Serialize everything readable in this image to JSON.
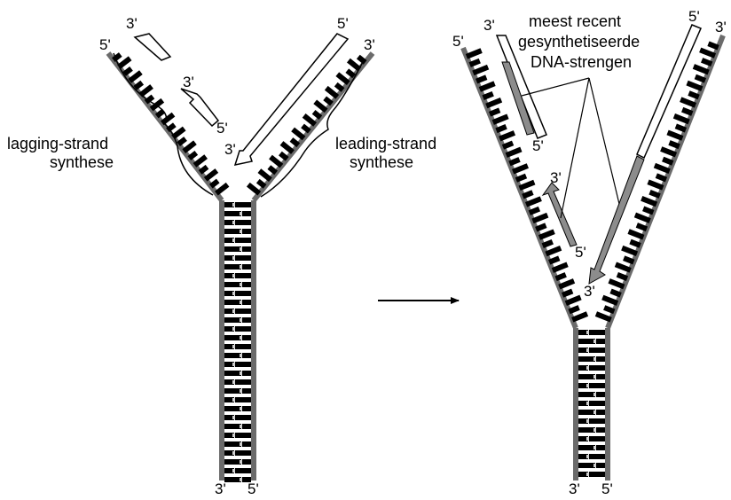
{
  "colors": {
    "backbone": "#6b6b6b",
    "base_pair": "#000000",
    "base_light": "#cfcfcf",
    "new_strand": "#8c8c8c",
    "arrow_fill": "#ffffff",
    "background": "#ffffff"
  },
  "left_fork": {
    "lagging_label": {
      "line1": "lagging-strand",
      "line2": "synthese"
    },
    "leading_label": {
      "line1": "leading-strand",
      "line2": "synthese"
    },
    "ends": {
      "left_top_5": "5'",
      "left_top_3": "3'",
      "okazaki_3": "3'",
      "okazaki_5": "5'",
      "right_top_5": "5'",
      "right_top_3": "3'",
      "leading_3": "3'",
      "bottom_3": "3'",
      "bottom_5": "5'"
    }
  },
  "right_fork": {
    "callout": {
      "line1": "meest recent",
      "line2": "gesynthetiseerde",
      "line3": "DNA-strengen"
    },
    "ends": {
      "left_top_5": "5'",
      "left_top_3": "3'",
      "okazaki_old_5": "5'",
      "new_fragment_3": "3'",
      "new_fragment_5": "5'",
      "right_top_5": "5'",
      "right_top_3": "3'",
      "leading_3": "3'",
      "bottom_3": "3'",
      "bottom_5": "5'"
    }
  }
}
